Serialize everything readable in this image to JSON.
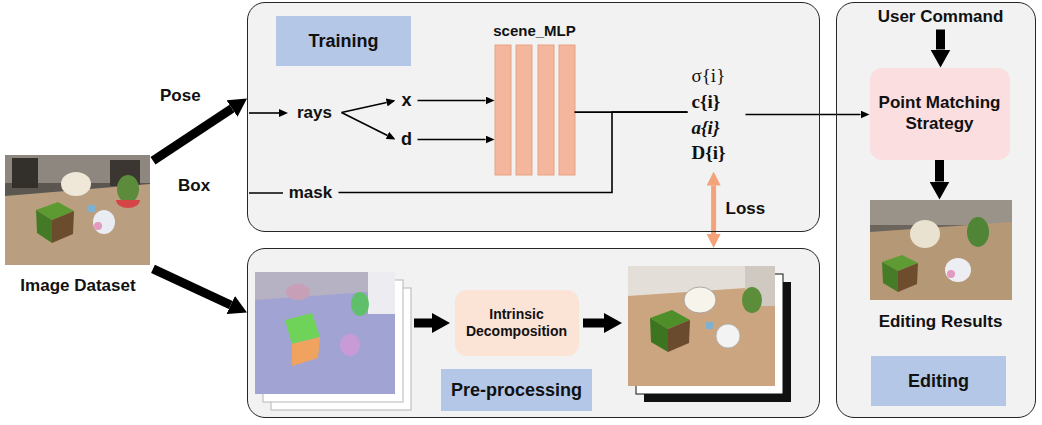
{
  "diagram": {
    "nodes": [
      {
        "text": [
          "Image Dataset"
        ]
      },
      {
        "text": [
          "Training"
        ]
      },
      {
        "text": [
          "scene_MLP"
        ],
        "in": 1
      },
      {
        "text": [
          "rays"
        ],
        "in": 1
      },
      {
        "text": [
          "x"
        ],
        "in": 1
      },
      {
        "text": [
          "d"
        ],
        "in": 1
      },
      {
        "text": [
          "mask"
        ],
        "in": 1
      },
      {
        "text": [
          "σ{i}",
          "c{i}",
          "a{i}",
          "D{i}"
        ],
        "in": 1
      },
      {
        "text": [
          "Pre-processing"
        ]
      },
      {
        "text": [
          "Intrinsic Decomposition"
        ],
        "in": 8
      },
      {
        "text": [
          "Editing"
        ]
      },
      {
        "text": [
          "User Command"
        ],
        "in": 10
      },
      {
        "text": [
          "Point Matching Strategy"
        ],
        "in": 10
      },
      {
        "text": [
          "Editing Results"
        ],
        "in": 10
      }
    ],
    "edges": [
      {
        "from": 0,
        "to": 1,
        "arrow": "to"
      },
      {
        "from": 0,
        "to": 8,
        "arrow": "to"
      },
      {
        "from": 3,
        "to": 4,
        "arrow": "to"
      },
      {
        "from": 3,
        "to": 5,
        "arrow": "to"
      },
      {
        "from": 4,
        "to": 2,
        "arrow": "to"
      },
      {
        "from": 5,
        "to": 2,
        "arrow": "to"
      },
      {
        "from": 2,
        "to": 7,
        "arrow": "none"
      },
      {
        "from": 6,
        "to": 7,
        "arrow": "none"
      },
      {
        "from": 7,
        "to": 12,
        "arrow": "to"
      },
      {
        "from": 11,
        "to": 12,
        "arrow": "to"
      },
      {
        "from": 12,
        "to": 13,
        "arrow": "to"
      },
      {
        "from": 7,
        "to": 8,
        "label": "Loss",
        "arrow": "both"
      }
    ],
    "labels": [
      "Pose",
      "Box"
    ]
  }
}
